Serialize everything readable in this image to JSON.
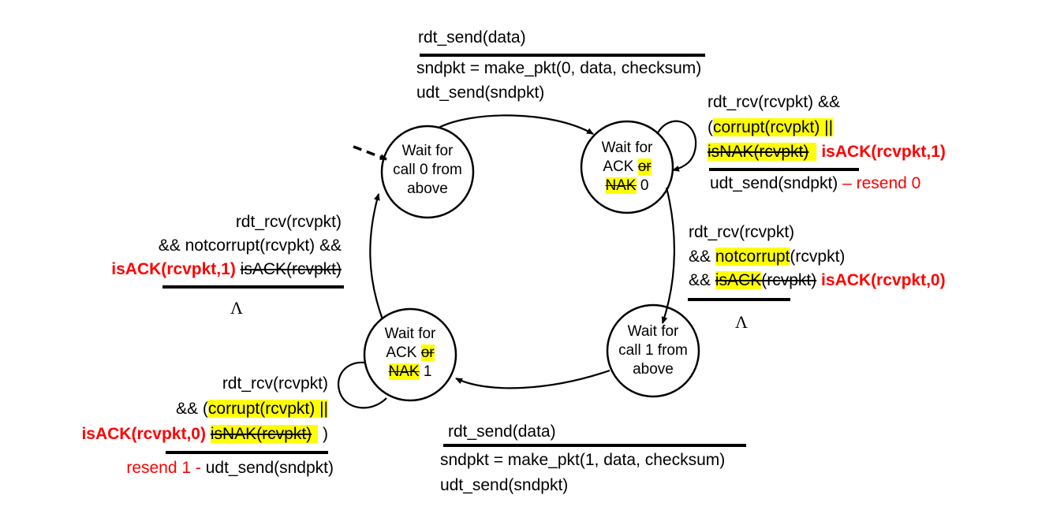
{
  "diagram": {
    "title": "rdt3.0 sender FSM (annotated rdt2.2-style, ACK-only with sequence numbers)",
    "colors": {
      "line": "#000000",
      "highlight": "#ffff00",
      "annotation": "#ff0000"
    },
    "states": [
      {
        "id": "wait_call_0",
        "lines": [
          "Wait for",
          "call 0 from",
          "above"
        ],
        "initial": true
      },
      {
        "id": "wait_ack_0",
        "line1": "Wait for",
        "line2_a": "ACK ",
        "line2_b_struck_hl": "or",
        "line3_a_struck_hl": "NAK",
        "line3_b": " 0"
      },
      {
        "id": "wait_call_1",
        "lines": [
          "Wait for",
          "call 1 from",
          "above"
        ]
      },
      {
        "id": "wait_ack_1",
        "line1": "Wait for",
        "line2_a": "ACK ",
        "line2_b_struck_hl": "or",
        "line3_a_struck_hl": "NAK",
        "line3_b": " 1"
      }
    ],
    "transitions": {
      "send0": {
        "from": "wait_call_0",
        "to": "wait_ack_0",
        "event": "rdt_send(data)",
        "actions": [
          "sndpkt = make_pkt(0, data, checksum)",
          "udt_send(sndpkt)"
        ]
      },
      "loop_ack0": {
        "from": "wait_ack_0",
        "to": "wait_ack_0",
        "event_l1": "rdt_rcv(rcvpkt) &&",
        "event_l2_pre": "(",
        "event_l2_hl": "corrupt(rcvpkt) ||",
        "event_l3_struck_hl": "isNAK(rcvpkt)",
        "event_l3_added": "isACK(rcvpkt,1)",
        "action": "udt_send(sndpkt)",
        "action_note": " – resend 0"
      },
      "ack0_ok": {
        "from": "wait_ack_0",
        "to": "wait_call_1",
        "event_l1": "rdt_rcv(rcvpkt)",
        "event_l2_pre": "&& ",
        "event_l2_hl": "notcorrupt",
        "event_l2_post": "(rcvpkt)",
        "event_l3_pre": "&& ",
        "event_l3_struck_hl": "isACK",
        "event_l3_struck": "(rcvpkt)",
        "event_l3_added": " isACK(rcvpkt,0)",
        "action": "Λ"
      },
      "send1": {
        "from": "wait_call_1",
        "to": "wait_ack_1",
        "event": "rdt_send(data)",
        "actions": [
          "sndpkt = make_pkt(1, data, checksum)",
          "udt_send(sndpkt)"
        ]
      },
      "loop_ack1": {
        "from": "wait_ack_1",
        "to": "wait_ack_1",
        "event_l1": "rdt_rcv(rcvpkt)",
        "event_l2_pre": "&& (",
        "event_l2_hl": "corrupt(rcvpkt) ||",
        "event_l3_added": "isACK(rcvpkt,0)",
        "event_l3_struck_hl": "isNAK(rcvpkt)",
        "event_l3_post": " )",
        "action_note": "resend 1 - ",
        "action": "udt_send(sndpkt)"
      },
      "ack1_ok": {
        "from": "wait_ack_1",
        "to": "wait_call_0",
        "event_l1": "rdt_rcv(rcvpkt)",
        "event_l2": "&& notcorrupt(rcvpkt) &&",
        "event_l3_added": "isACK(rcvpkt,1)",
        "event_l3_struck": "isACK(rcvpkt)",
        "action": "Λ"
      }
    }
  }
}
